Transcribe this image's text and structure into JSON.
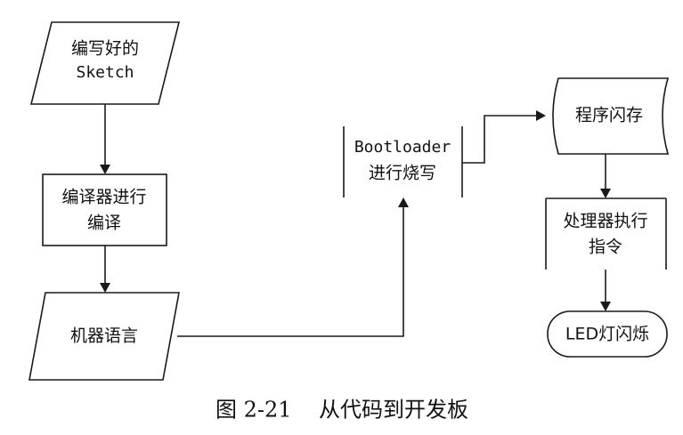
{
  "diagram": {
    "nodes": {
      "sketch": {
        "line1": "编写好的",
        "line2": "Sketch"
      },
      "compile": {
        "line1": "编译器进行",
        "line2": "编译"
      },
      "machine": {
        "label": "机器语言"
      },
      "bootloader": {
        "line1": "Bootloader",
        "line2": "进行烧写"
      },
      "flash": {
        "label": "程序闪存"
      },
      "cpu": {
        "line1": "处理器执行",
        "line2": "指令"
      },
      "led": {
        "label": "LED灯闪烁"
      }
    },
    "edges": [
      {
        "from": "sketch",
        "to": "compile"
      },
      {
        "from": "compile",
        "to": "machine"
      },
      {
        "from": "machine",
        "to": "bootloader"
      },
      {
        "from": "bootloader",
        "to": "flash"
      },
      {
        "from": "flash",
        "to": "cpu"
      },
      {
        "from": "cpu",
        "to": "led"
      }
    ]
  },
  "caption": "图 2-21    从代码到开发板"
}
